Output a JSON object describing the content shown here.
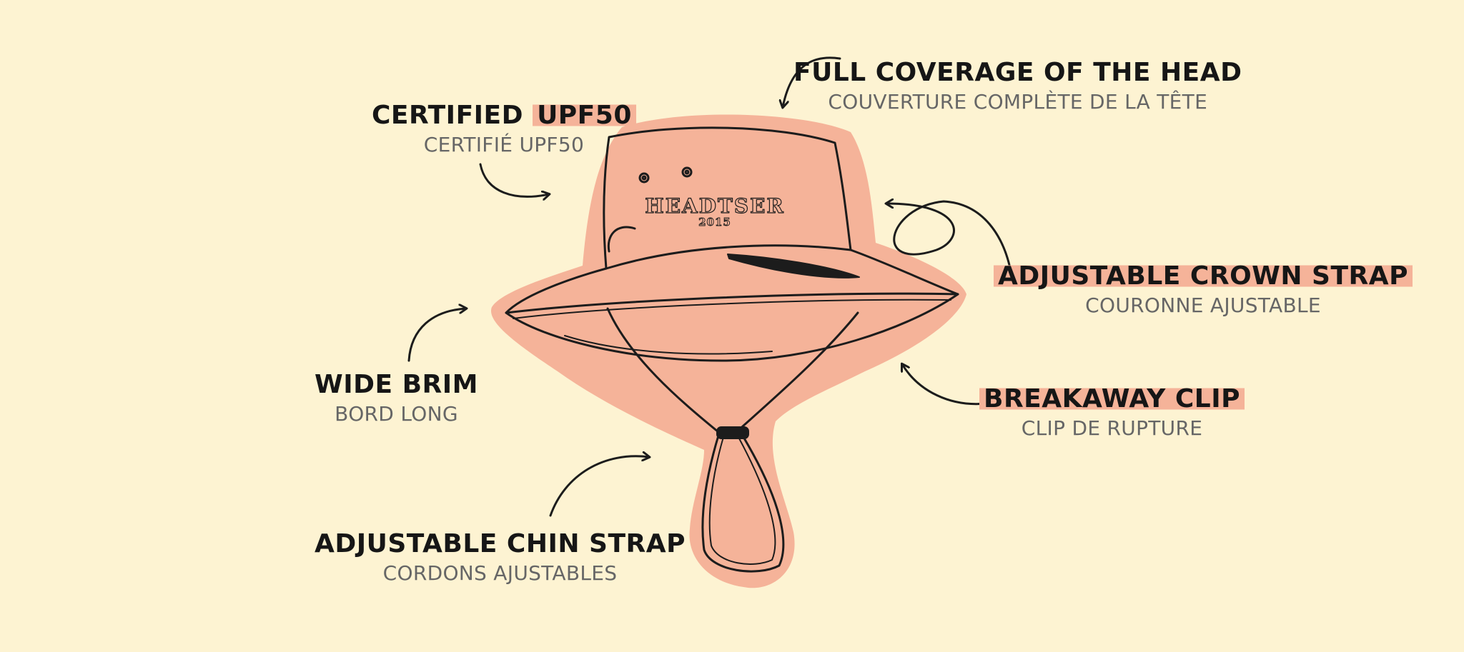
{
  "colors": {
    "background": "#fdf3d2",
    "blob": "#f5b399",
    "ink": "#1c1c1c",
    "subtitle": "#666666"
  },
  "hat": {
    "brand": "HEADTSER",
    "year": "2015"
  },
  "callouts": {
    "full_coverage": {
      "en": "FULL COVERAGE OF THE HEAD",
      "fr": "COUVERTURE COMPLÈTE DE LA TÊTE"
    },
    "certified": {
      "en_prefix": "CERTIFIED ",
      "en_highlight": "UPF50",
      "fr": "CERTIFIÉ UPF50"
    },
    "crown_strap": {
      "en_highlight": "ADJUSTABLE CROWN STRAP",
      "fr": "COURONNE AJUSTABLE"
    },
    "wide_brim": {
      "en": "WIDE BRIM",
      "fr": "BORD LONG"
    },
    "breakaway_clip": {
      "en_highlight": "BREAKAWAY CLIP",
      "fr": "CLIP DE RUPTURE"
    },
    "chin_strap": {
      "en": "ADJUSTABLE CHIN STRAP",
      "fr": "CORDONS AJUSTABLES"
    }
  }
}
